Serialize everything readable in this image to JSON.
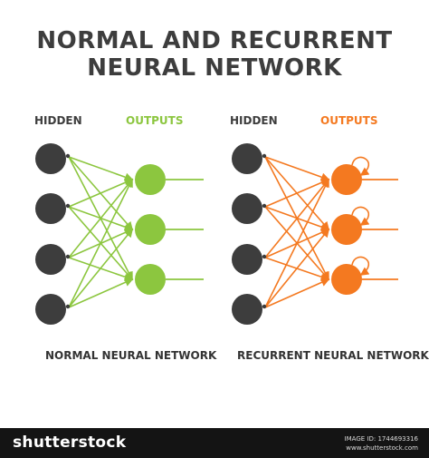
{
  "title": {
    "line1": "NORMAL AND RECURRENT",
    "line2": "NEURAL NETWORK"
  },
  "colors": {
    "dark": "#3d3d3d",
    "green": "#8cc63f",
    "orange": "#f47920",
    "footer_bg": "#141414"
  },
  "normal_network": {
    "hidden_label": "HIDDEN",
    "outputs_label": "OUTPUTS",
    "caption": "NORMAL NEURAL NETWORK",
    "hidden_count": 4,
    "output_count": 3
  },
  "recurrent_network": {
    "hidden_label": "HIDDEN",
    "outputs_label": "OUTPUTS",
    "caption": "RECURRENT NEURAL NETWORK",
    "hidden_count": 4,
    "output_count": 3
  },
  "footer": {
    "brand": "shutterstock",
    "image_id": "IMAGE ID: 1744693316",
    "site": "www.shutterstock.com"
  }
}
